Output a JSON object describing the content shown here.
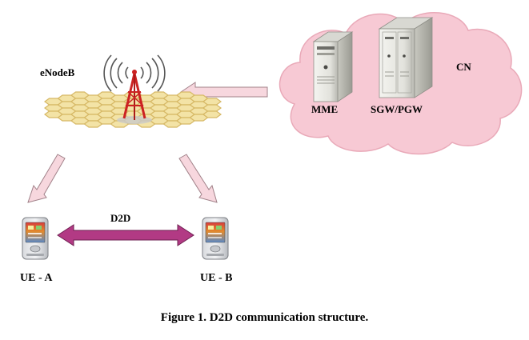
{
  "labels": {
    "enodeb": "eNodeB",
    "cn": "CN",
    "mme": "MME",
    "sgw_pgw": "SGW/PGW",
    "d2d": "D2D",
    "ue_a": "UE - A",
    "ue_b": "UE - B"
  },
  "caption": "Figure 1. D2D communication structure.",
  "colors": {
    "cloud_fill": "#f7c9d4",
    "cloud_stroke": "#e9a9b8",
    "arrow_fill": "#f7d7de",
    "arrow_stroke": "#a08088",
    "d2d_arrow_fill": "#b23a84",
    "hex_fill": "#f3e3a6",
    "hex_stroke": "#d6b865",
    "tower_color": "#cc2222"
  },
  "icons": {
    "base_station": "cell-tower-icon",
    "server": "server-icon",
    "phone": "mobile-phone-icon"
  }
}
